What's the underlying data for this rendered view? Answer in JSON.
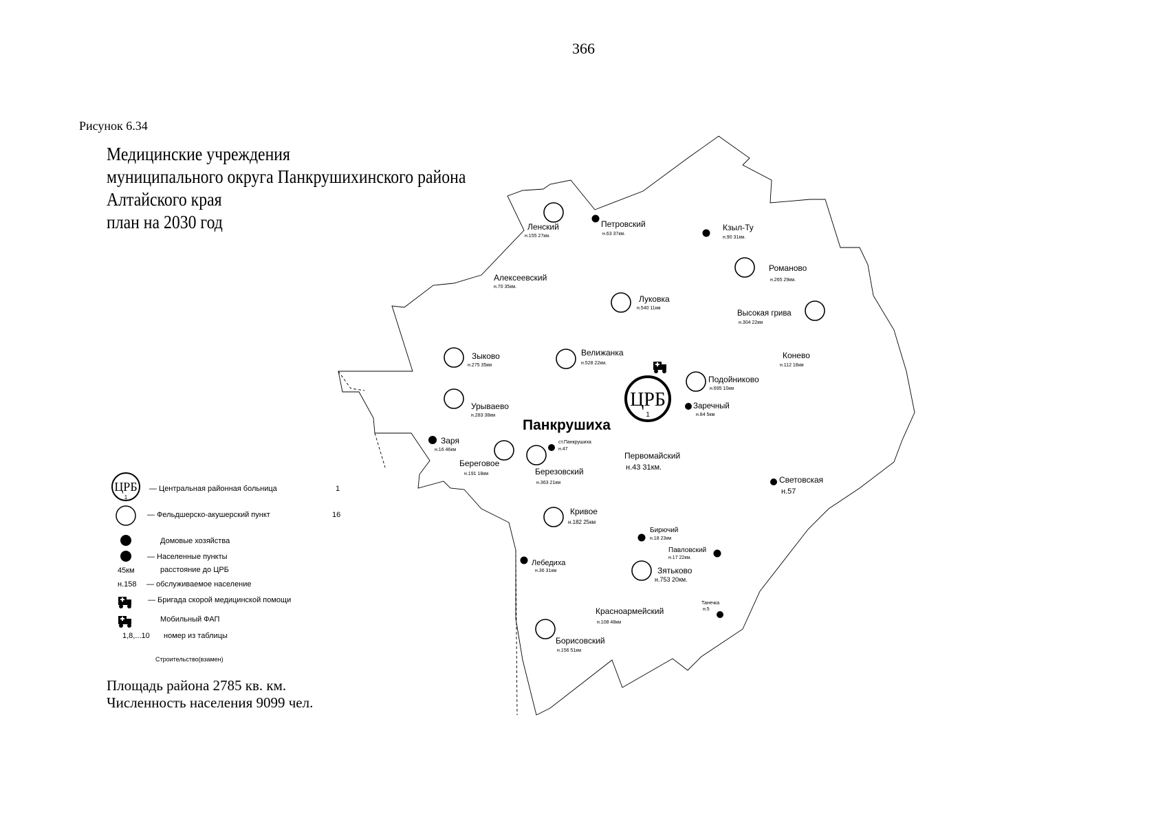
{
  "page_number": "366",
  "figure_label": "Рисунок 6.34",
  "title_lines": [
    "Медицинские учреждения",
    "муниципального округа Панкрушихинского района",
    "Алтайского края",
    "план на 2030 год"
  ],
  "center": {
    "name": "Панкрушиха",
    "crb_label": "ЦРБ",
    "crb_number": "1"
  },
  "legend": {
    "crb": {
      "symbol": "ЦРБ",
      "number": "1",
      "label": "— Центральная районная больница",
      "count": "1"
    },
    "fap": {
      "label": "— Фельдшерско-акушерский пункт",
      "count": "16"
    },
    "household": {
      "label": "Домовые хозяйства"
    },
    "settlement": {
      "label": "— Населенные пункты"
    },
    "distance": {
      "key": "45км",
      "label": "расстояние до ЦРБ"
    },
    "population": {
      "key": "н.158",
      "label": "— обслуживаемое население"
    },
    "ambulance": {
      "label": "— Бригада скорой медицинской помощи"
    },
    "mobile_fap": {
      "label": "Мобильный ФАП"
    },
    "table_number": {
      "key": "1,8,...10",
      "label": "номер из таблицы"
    },
    "construction": {
      "label": "Строительство(взамен)"
    }
  },
  "settlements": [
    {
      "name": "Ленский",
      "info": "н.155  27км."
    },
    {
      "name": "Петровский",
      "info": "н.63  37км."
    },
    {
      "name": "Кзыл-Ту",
      "info": "н.90  31км."
    },
    {
      "name": "Романово",
      "info": "н.265  29км."
    },
    {
      "name": "Алексеевский",
      "info": "н.70  35км."
    },
    {
      "name": "Луковка",
      "info": "н.540  11км"
    },
    {
      "name": "Высокая грива",
      "info": "н.304  22км"
    },
    {
      "name": "Зыково",
      "info": "н.275  35км"
    },
    {
      "name": "Велижанка",
      "info": "н.528  22км."
    },
    {
      "name": "Конево",
      "info": "н.112  18км"
    },
    {
      "name": "Подойниково",
      "info": "н.695  10км"
    },
    {
      "name": "Урываево",
      "info": "н.283  38км"
    },
    {
      "name": "Заречный",
      "info": "н.84  5км"
    },
    {
      "name": "Заря",
      "info": "н.16  46км"
    },
    {
      "name": "ст.Панкрушиха",
      "info": "н.47"
    },
    {
      "name": "Береговое",
      "info": "н.191  18км"
    },
    {
      "name": "Березовский",
      "info": "н.363  21км"
    },
    {
      "name": "Первомайский",
      "info": "н.43  31км."
    },
    {
      "name": "Световская",
      "info": "н.57"
    },
    {
      "name": "Кривое",
      "info": "н.182 25км"
    },
    {
      "name": "Бирючий",
      "info": "н.18  23км"
    },
    {
      "name": "Павловский",
      "info": "н.17  22км."
    },
    {
      "name": "Лебедиха",
      "info": "н.36  31км"
    },
    {
      "name": "Зятьково",
      "info": "н.753  20км."
    },
    {
      "name": "Танечка",
      "info": "н.5"
    },
    {
      "name": "Красноармейский",
      "info": "н.108  48км"
    },
    {
      "name": "Борисовский",
      "info": "н.156  51км"
    }
  ],
  "stats": {
    "area": "Площадь района 2785 кв. км.",
    "population": "Численность населения 9099 чел."
  }
}
